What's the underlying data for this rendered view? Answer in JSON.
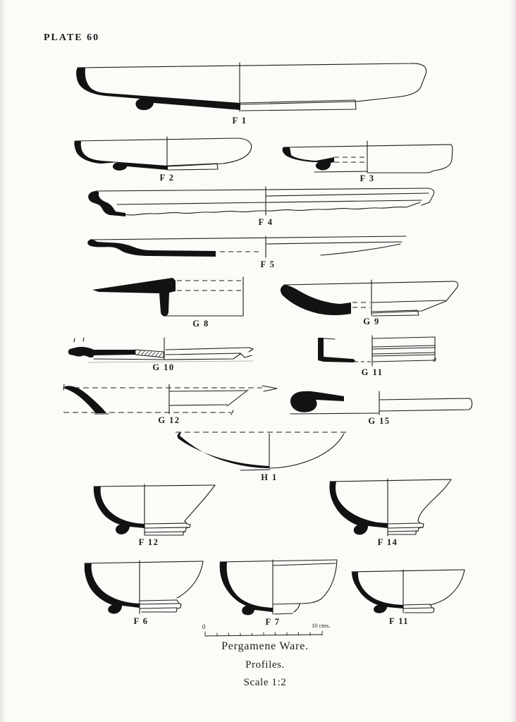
{
  "page": {
    "plate_label": "PLATE 60"
  },
  "figures": [
    {
      "id": "F1",
      "label": "F 1"
    },
    {
      "id": "F2",
      "label": "F 2"
    },
    {
      "id": "F3",
      "label": "F 3"
    },
    {
      "id": "F4",
      "label": "F 4"
    },
    {
      "id": "F5",
      "label": "F 5"
    },
    {
      "id": "G8",
      "label": "G 8"
    },
    {
      "id": "G9",
      "label": "G 9"
    },
    {
      "id": "G10",
      "label": "G 10"
    },
    {
      "id": "G11",
      "label": "G 11"
    },
    {
      "id": "G12",
      "label": "G 12"
    },
    {
      "id": "G15",
      "label": "G 15"
    },
    {
      "id": "H1",
      "label": "H 1"
    },
    {
      "id": "F12",
      "label": "F 12"
    },
    {
      "id": "F14",
      "label": "F 14"
    },
    {
      "id": "F6",
      "label": "F 6"
    },
    {
      "id": "F7",
      "label": "F 7"
    },
    {
      "id": "F11",
      "label": "F 11"
    }
  ],
  "scale_bar": {
    "zero_label": "0",
    "ten_label": "10 cms."
  },
  "caption": {
    "line1": "Pergamene Ware.",
    "line2": "Profiles.",
    "line3": "Scale 1:2"
  },
  "colors": {
    "ink": "#1b1b1b",
    "paper": "#fcfbf8"
  }
}
